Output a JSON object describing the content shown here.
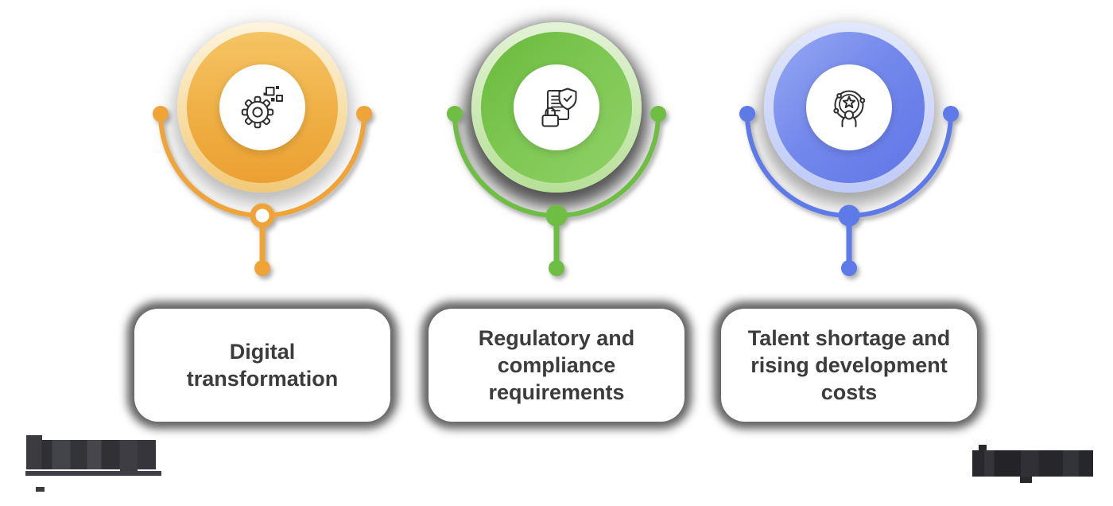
{
  "page": {
    "background_color": "#FFFFFF"
  },
  "infographic": {
    "items": [
      {
        "label": "Digital transformation",
        "icon": "gear-with-pixels-icon",
        "accent_color": "#F0A437"
      },
      {
        "label": "Regulatory and compliance requirements",
        "icon": "document-shield-lock-icon",
        "accent_color": "#6EBE44"
      },
      {
        "label": "Talent shortage and rising development costs",
        "icon": "person-star-orbit-icon",
        "accent_color": "#5D7AE8"
      }
    ],
    "label_text_color": "#3C3C3C"
  },
  "branding": {
    "bottom_left_logo": {
      "style": "pixelated-redacted",
      "color": "#3B3B40"
    },
    "bottom_right_watermark": {
      "style": "pixelated-redacted",
      "color": "#28282D"
    }
  }
}
